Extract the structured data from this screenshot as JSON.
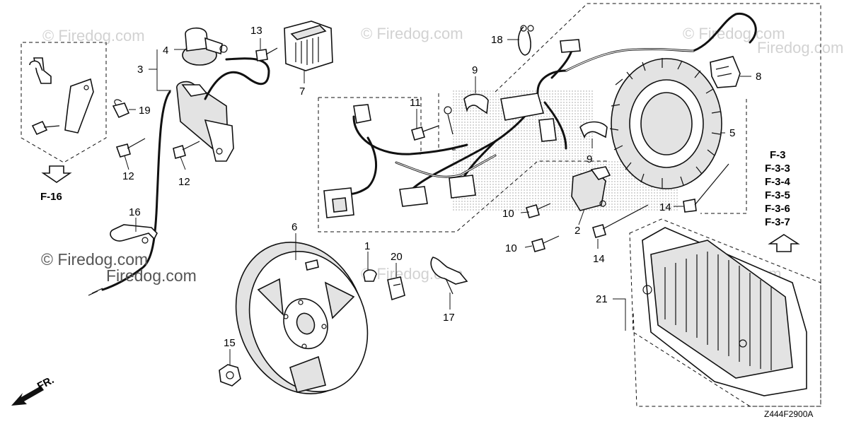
{
  "watermarks": {
    "main": "© Firedog.com",
    "light": "© Firedog.com",
    "right": "Firedog.com"
  },
  "callouts": {
    "c1": "1",
    "c2": "2",
    "c3": "3",
    "c4": "4",
    "c5": "5",
    "c6": "6",
    "c7": "7",
    "c8": "8",
    "c9a": "9",
    "c9b": "9",
    "c10a": "10",
    "c10b": "10",
    "c11": "11",
    "c12a": "12",
    "c12b": "12",
    "c13": "13",
    "c14a": "14",
    "c14b": "14",
    "c15": "15",
    "c16": "16",
    "c17": "17",
    "c18": "18",
    "c19": "19",
    "c20": "20",
    "c21": "21"
  },
  "references": {
    "f16": "F-16",
    "list": [
      "F-3",
      "F-3-3",
      "F-3-4",
      "F-3-5",
      "F-3-6",
      "F-3-7"
    ]
  },
  "front_label": "FR.",
  "diagram_code": "Z444F2900A"
}
